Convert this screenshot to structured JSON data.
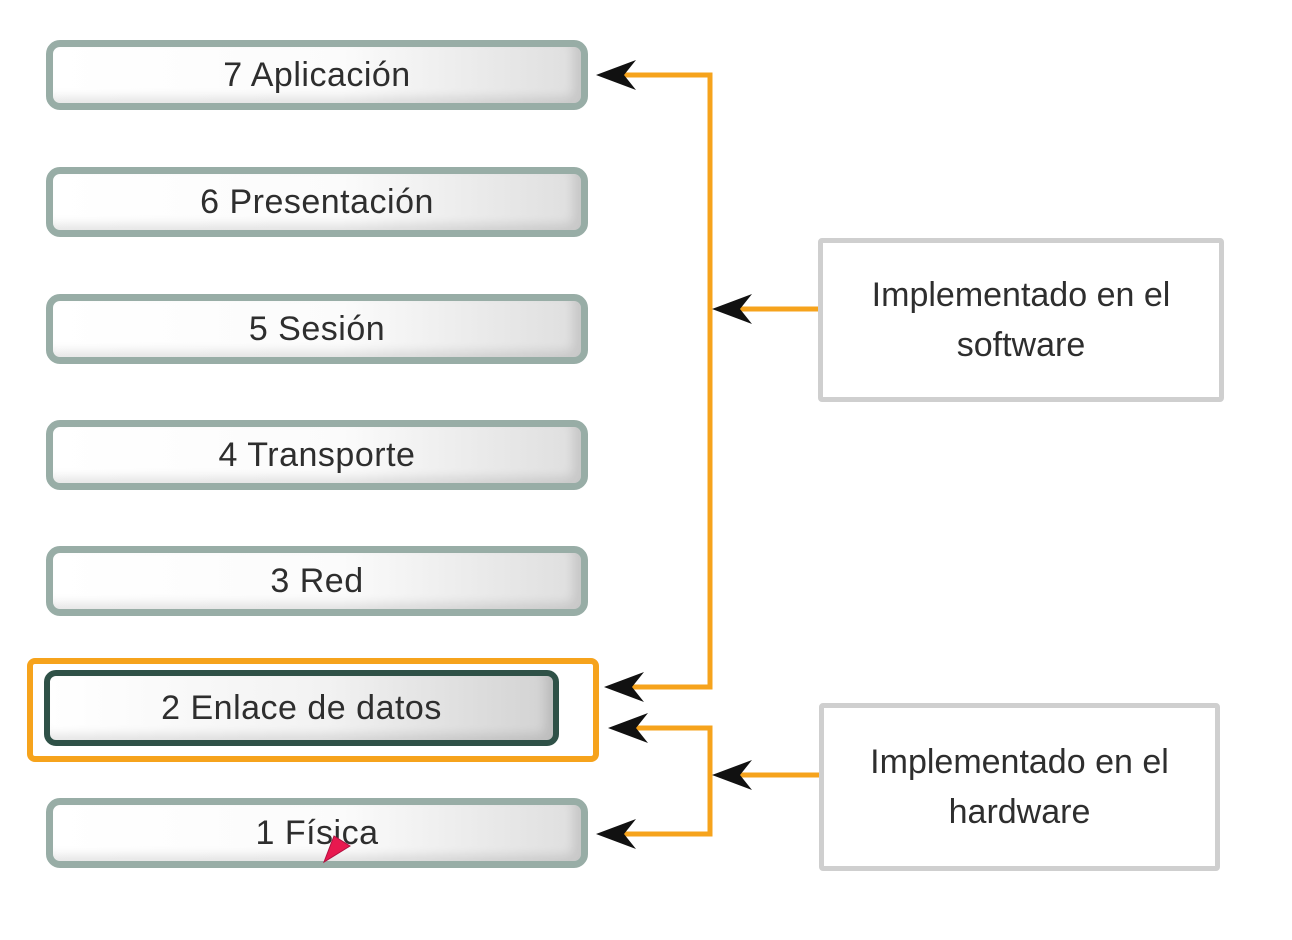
{
  "layers": [
    {
      "number": "7",
      "name": "Aplicación",
      "label": "7 Aplicación"
    },
    {
      "number": "6",
      "name": "Presentación",
      "label": "6 Presentación"
    },
    {
      "number": "5",
      "name": "Sesión",
      "label": "5 Sesión"
    },
    {
      "number": "4",
      "name": "Transporte",
      "label": "4 Transporte"
    },
    {
      "number": "3",
      "name": "Red",
      "label": "3 Red"
    },
    {
      "number": "2",
      "name": "Enlace de datos",
      "label": "2 Enlace de datos",
      "highlighted": true
    },
    {
      "number": "1",
      "name": "Física",
      "label": "1 Física"
    }
  ],
  "notes": {
    "software": {
      "line1": "Implementado en el",
      "line2": "software"
    },
    "hardware": {
      "line1": "Implementado en el",
      "line2": "hardware"
    }
  },
  "colors": {
    "connector": "#f6a31c",
    "highlight_border": "#f6a31c",
    "layer_border": "#98ada6",
    "selected_layer_border": "#2f5147",
    "arrowhead": "#111111",
    "note_border": "#cfcfcf",
    "cursor": "#e8194f"
  }
}
